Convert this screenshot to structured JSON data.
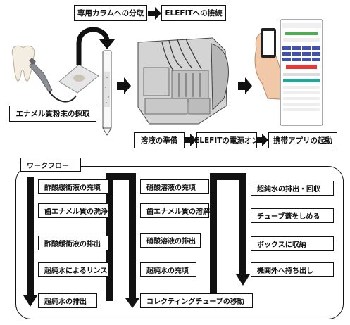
{
  "top_steps": {
    "dispense": "専用カラムへの分取",
    "connect": "ELEFITへの接続",
    "collect_enamel": "エナメル質粉末の採取",
    "prepare_solution": "溶液の準備",
    "power_on": "ELEFITの電源オン",
    "launch_app": "携帯アプリの起動"
  },
  "workflow": {
    "title": "ワークフロー",
    "column1": [
      "酢酸緩衝液の充填",
      "歯エナメル質の洗浄",
      "酢酸緩衝液の排出",
      "超純水によるリンス",
      "超純水の排出"
    ],
    "column2": [
      "硝酸溶液の充填",
      "歯エナメル質の溶解",
      "硝酸溶液の排出",
      "超純水の充填",
      "コレクティングチューブの移動"
    ],
    "column3": [
      "超純水の排出・回収",
      "チューブ蓋をしめる",
      "ボックスに収納",
      "機関外へ持ち出し"
    ]
  }
}
